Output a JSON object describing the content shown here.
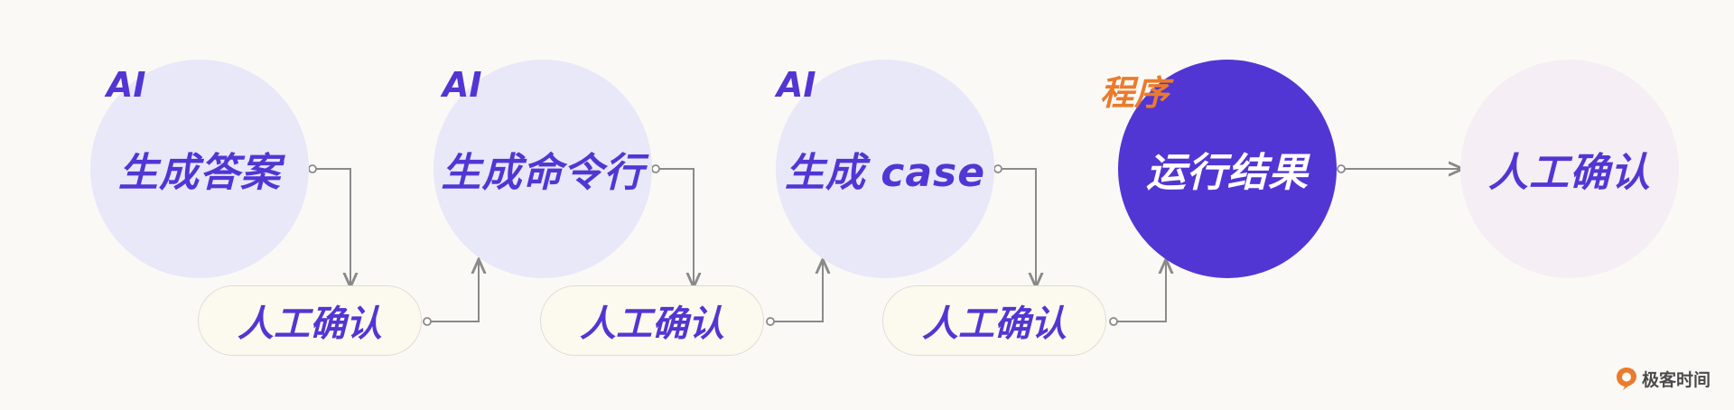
{
  "nodes": [
    {
      "tag": "AI",
      "label": "生成答案"
    },
    {
      "tag": "AI",
      "label": "生成命令行"
    },
    {
      "tag": "AI",
      "label": "生成 case"
    },
    {
      "tag": "程序",
      "label": "运行结果"
    },
    {
      "tag": "",
      "label": "人工确认"
    }
  ],
  "confirm_steps": [
    {
      "label": "人工确认"
    },
    {
      "label": "人工确认"
    },
    {
      "label": "人工确认"
    }
  ],
  "colors": {
    "accent": "#5136d4",
    "node_light": "#e8e8f8",
    "node_final": "#f5eef4",
    "pill_fill": "#fcfaee",
    "tag_program": "#ea7b2c",
    "connector": "#8a8a8a"
  },
  "watermark": {
    "icon": "geektime-logo-icon",
    "text": "极客时间"
  }
}
